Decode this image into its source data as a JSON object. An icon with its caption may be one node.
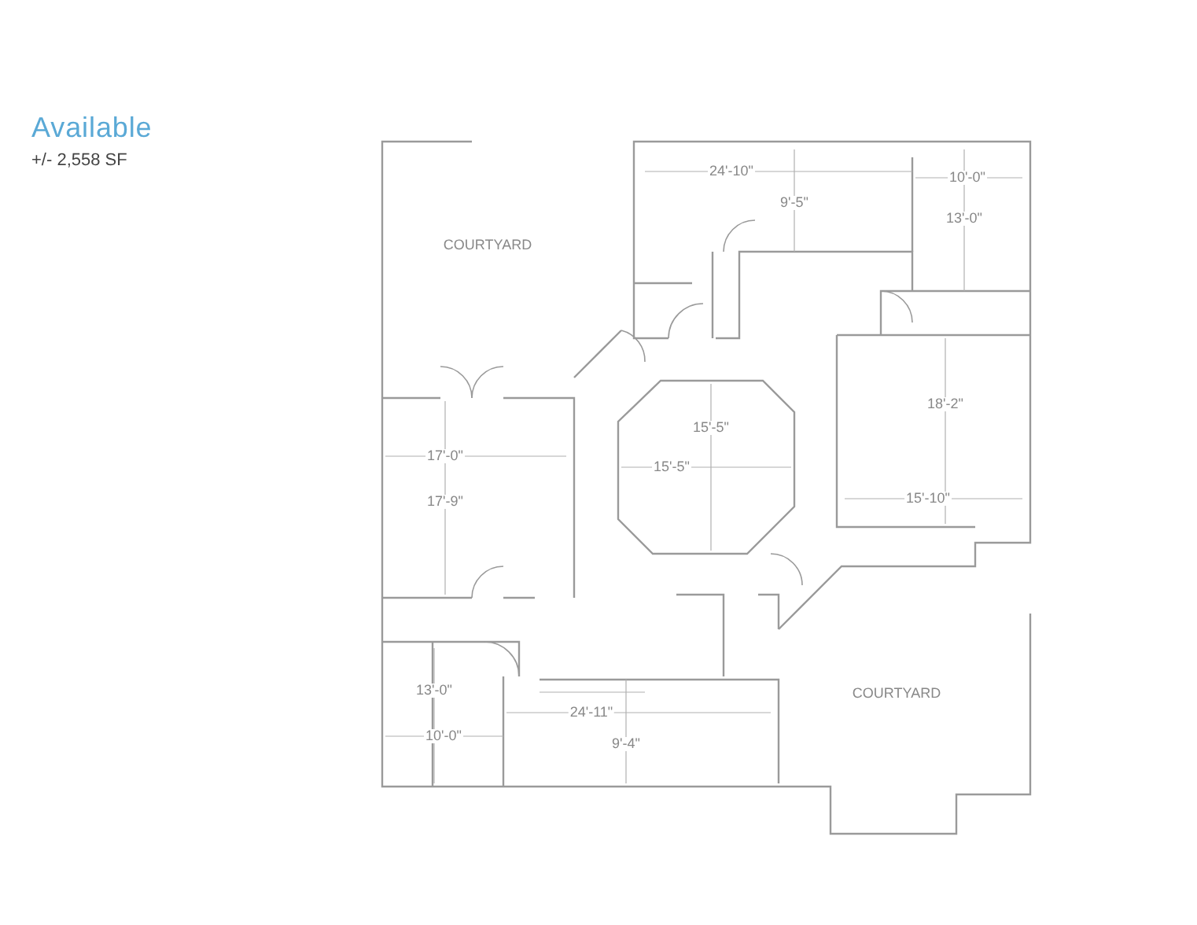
{
  "diagram": {
    "title": "Available",
    "labels": [
      "+/- 2,558 SF",
      "24'-10\"",
      "10'-0\"",
      "9'-5\"",
      "13'-0\"",
      "COURTYARD",
      "15'-5\"",
      "18'-2\"",
      "17'-0\"",
      "15'-5\"",
      "17'-9\"",
      "15'-10\"",
      "13'-0\"",
      "24'-11\"",
      "COURTYARD",
      "10'-0\"",
      "9'-4\""
    ]
  }
}
